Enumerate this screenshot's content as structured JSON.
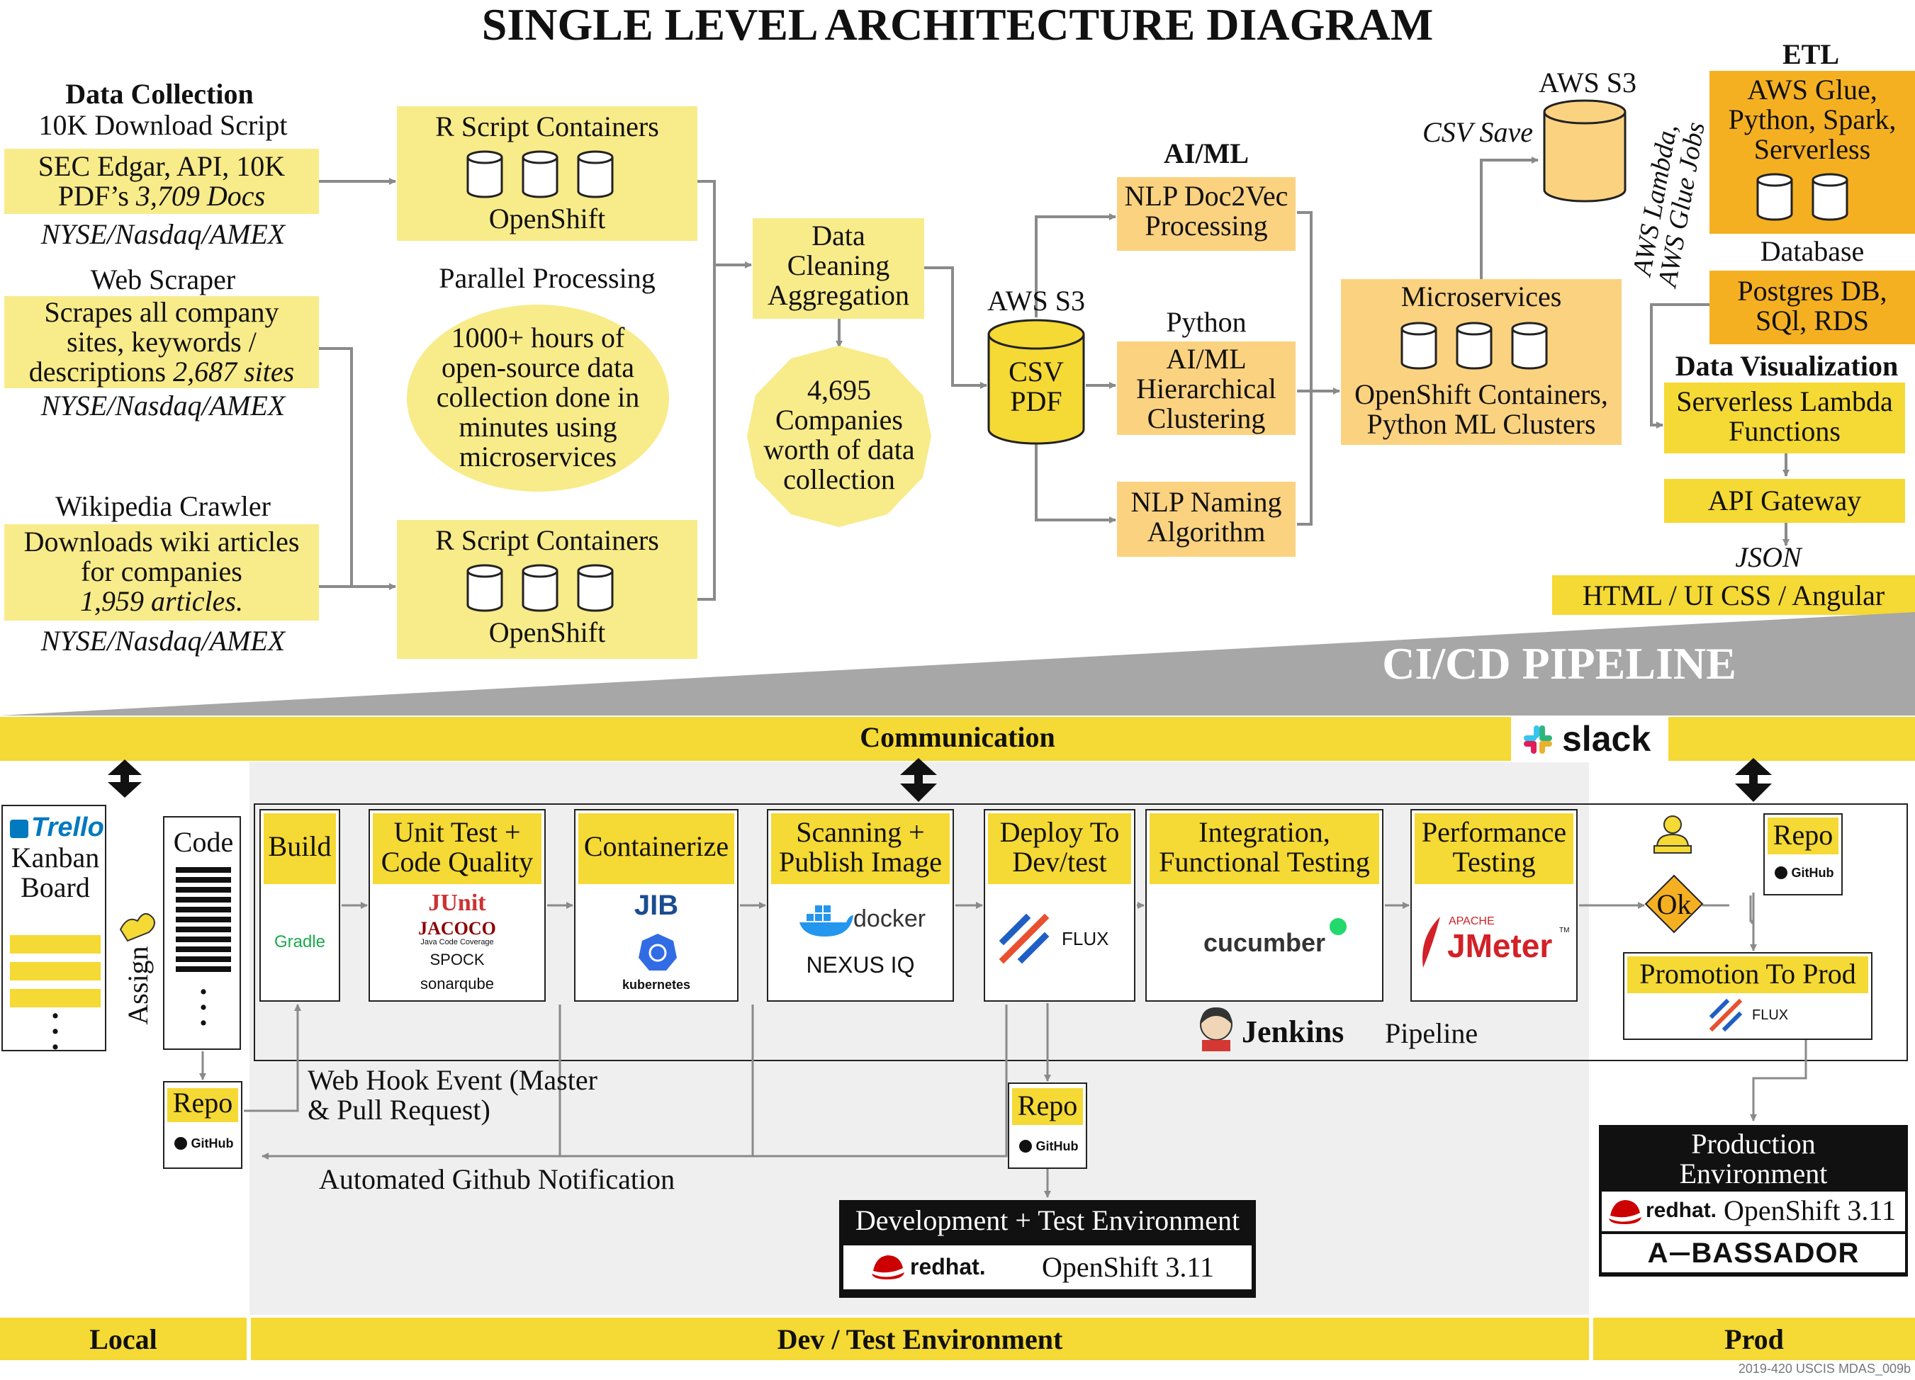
{
  "title": "SINGLE LEVEL ARCHITECTURE DIAGRAM",
  "collection": {
    "heading": "Data Collection",
    "download_label": "10K Download Script",
    "download_box": [
      "SEC Edgar, API, 10K",
      "PDF’s "
    ],
    "download_count": "3,709 Docs",
    "exchange": "NYSE/Nasdaq/AMEX",
    "scraper_label": "Web Scraper",
    "scraper_box": [
      "Scrapes all company",
      "sites, keywords /",
      "descriptions "
    ],
    "scraper_count": "2,687 sites",
    "crawler_label": "Wikipedia Crawler",
    "crawler_box": [
      "Downloads wiki articles",
      "for companies"
    ],
    "crawler_count": "1,959 articles."
  },
  "r_script": {
    "title": "R Script Containers",
    "platform": "OpenShift"
  },
  "parallel": {
    "label": "Parallel Processing",
    "text": [
      "1000+ hours of",
      "open-source data",
      "collection done in",
      "minutes using",
      "microservices"
    ]
  },
  "cleaning": {
    "lines": [
      "Data",
      "Cleaning",
      "Aggregation"
    ]
  },
  "companies": {
    "lines": [
      "4,695",
      "Companies",
      "worth of data",
      "collection"
    ]
  },
  "s3_mid": {
    "label": "AWS S3",
    "lines": [
      "CSV",
      "PDF"
    ]
  },
  "aiml": {
    "heading": "AI/ML",
    "doc2vec": [
      "NLP Doc2Vec",
      "Processing"
    ],
    "python_label": "Python",
    "cluster": [
      "AI/ML",
      "Hierarchical",
      "Clustering"
    ],
    "naming": [
      "NLP Naming",
      "Algorithm"
    ]
  },
  "micro": {
    "title": "Microservices",
    "lines": [
      "OpenShift Containers,",
      "Python ML Clusters"
    ]
  },
  "s3_top": {
    "label": "AWS S3",
    "csv_save": "CSV Save"
  },
  "lambda_label": [
    "AWS Lambda,",
    "AWS Glue Jobs"
  ],
  "etl": {
    "heading": "ETL",
    "lines": [
      "AWS Glue,",
      "Python, Spark,",
      "Serverless"
    ]
  },
  "database": {
    "heading": "Database",
    "lines": [
      "Postgres DB,",
      "SQl, RDS"
    ]
  },
  "dataviz": {
    "heading": "Data Visualization",
    "lines": [
      "Serverless Lambda",
      "Functions"
    ]
  },
  "api_gateway": "API Gateway",
  "json_label": "JSON",
  "frontend": "HTML / UI CSS / Angular",
  "cicd": "CI/CD PIPELINE",
  "communication": "Communication",
  "slack": "slack",
  "trello": {
    "logo": "Trello",
    "lines": [
      "Kanban",
      "Board"
    ]
  },
  "assign": "Assign",
  "code": "Code",
  "repo": "Repo",
  "github": "GitHub",
  "stages": {
    "build": "Build",
    "unit": [
      "Unit Test +",
      "Code Quality"
    ],
    "containerize": "Containerize",
    "scan": [
      "Scanning +",
      "Publish Image"
    ],
    "deploy": [
      "Deploy To",
      "Dev/test"
    ],
    "integration": [
      "Integration,",
      "Functional Testing"
    ],
    "performance": [
      "Performance",
      "Testing"
    ]
  },
  "tools": {
    "gradle": "Gradle",
    "junit": "JUnit",
    "jacoco": "JACOCO",
    "jacoco_sub": "Java Code Coverage",
    "spock": "SPOCK",
    "sonar": "sonarqube",
    "jib": "JIB",
    "kubernetes": "kubernetes",
    "docker": "docker",
    "nexus": "NEXUS IQ",
    "flux": "FLUX",
    "cucumber": "cucumber",
    "jmeter_apache": "APACHE",
    "jmeter": "JMeter",
    "tm": "TM"
  },
  "ok": "Ok",
  "promotion": "Promotion To Prod",
  "jenkins": "Jenkins",
  "pipeline": "Pipeline",
  "webhook": [
    "Web Hook Event (Master",
    "& Pull Request)"
  ],
  "notification": "Automated Github Notification",
  "dev_env": {
    "title": "Development + Test Environment",
    "platform": "OpenShift 3.11"
  },
  "redhat": "redhat.",
  "prod_env": {
    "title": [
      "Production",
      "Environment"
    ],
    "platform": "OpenShift 3.11",
    "ambassador": "BASSADOR",
    "ambassador_a": "A"
  },
  "footer": {
    "local": "Local",
    "dev": "Dev / Test Environment",
    "prod": "Prod"
  },
  "id_tag": "2019-420 USCIS MDAS_009b"
}
